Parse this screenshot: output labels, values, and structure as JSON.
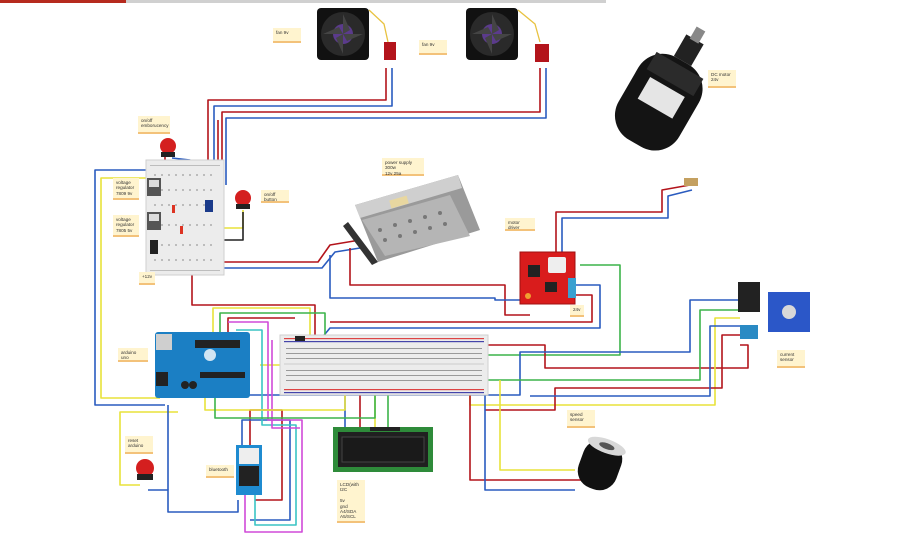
{
  "labels": {
    "fan_left": "fan 9v",
    "fan_right": "fan 9v",
    "dc_motor": "DC motor\n24v",
    "on_off_emergency": "on/off\nemborucency",
    "voltage_reg_1": "voltage\nregulator\n7809 9v",
    "voltage_reg_2": "voltage\nregulator\n7805 5v",
    "on_off_button": "on/off button",
    "power_supply": "power supply 300w\n12v 25a",
    "plus_12v": "+12v",
    "motor_driver": "motor driver",
    "driver_24v": "24v",
    "arduino": "arduino uno",
    "current_sensor": "current\nsensor",
    "reset_arduino": "reset\narduino",
    "bluetooth": "bluetooth",
    "lcd_pins": "LCD(with\nI2C\n\n5v\ngnd\nA4/SDA\nA5/SCL",
    "speed_sensor": "speed\nsensor"
  },
  "colors": {
    "wire_red": "#b3141b",
    "wire_blue": "#2a5bbf",
    "wire_green": "#3cb44a",
    "wire_yellow": "#e8e23a",
    "wire_magenta": "#d04ad8",
    "wire_cyan": "#3ac4c4",
    "wire_black": "#222222",
    "note_bg": "#fff4cf",
    "arduino_blue": "#1b7fc4",
    "driver_red": "#d91c1c",
    "sensor_blue": "#2b57c8"
  }
}
